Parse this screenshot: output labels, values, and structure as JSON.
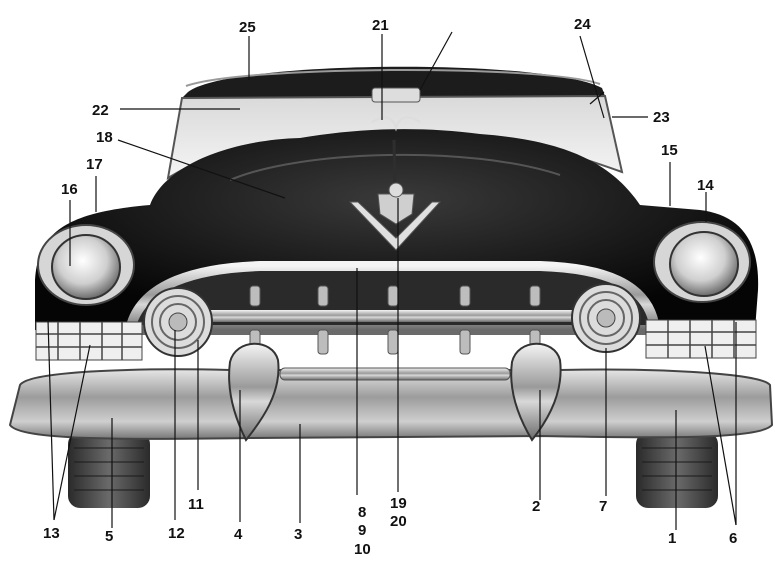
{
  "diagram": {
    "subject": "car-front-view-parts-diagram",
    "callouts": [
      {
        "id": "c1",
        "text": "1"
      },
      {
        "id": "c2",
        "text": "2"
      },
      {
        "id": "c3",
        "text": "3"
      },
      {
        "id": "c4",
        "text": "4"
      },
      {
        "id": "c5",
        "text": "5"
      },
      {
        "id": "c6",
        "text": "6"
      },
      {
        "id": "c7",
        "text": "7"
      },
      {
        "id": "c8",
        "text": "8"
      },
      {
        "id": "c9",
        "text": "9"
      },
      {
        "id": "c10",
        "text": "10"
      },
      {
        "id": "c11",
        "text": "11"
      },
      {
        "id": "c12",
        "text": "12"
      },
      {
        "id": "c13",
        "text": "13"
      },
      {
        "id": "c14",
        "text": "14"
      },
      {
        "id": "c15",
        "text": "15"
      },
      {
        "id": "c16",
        "text": "16"
      },
      {
        "id": "c17",
        "text": "17"
      },
      {
        "id": "c18",
        "text": "18"
      },
      {
        "id": "c19",
        "text": "19"
      },
      {
        "id": "c20",
        "text": "20"
      },
      {
        "id": "c21",
        "text": "21"
      },
      {
        "id": "c22",
        "text": "22"
      },
      {
        "id": "c23",
        "text": "23"
      },
      {
        "id": "c24",
        "text": "24"
      },
      {
        "id": "c25",
        "text": "25"
      }
    ]
  }
}
